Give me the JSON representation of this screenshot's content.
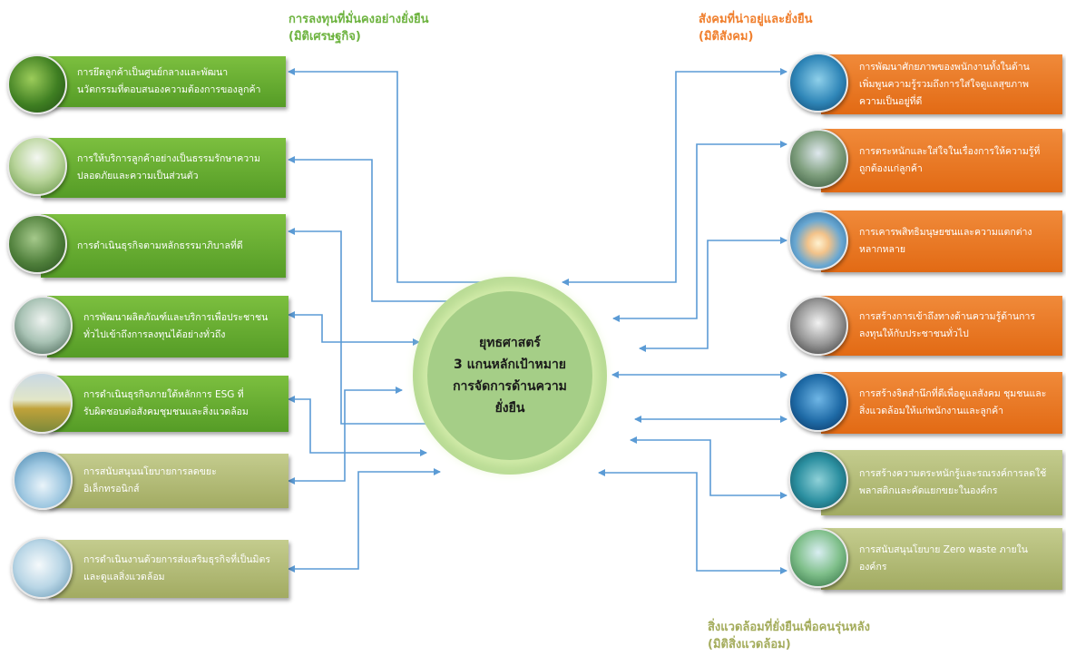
{
  "headings": {
    "economic": {
      "line1": "การลงทุนที่มั่นคงอย่างยั่งยืน",
      "line2": "(มิติเศรษฐกิจ)",
      "color": "#6db33f"
    },
    "social": {
      "line1": "สังคมที่น่าอยู่และยั่งยืน",
      "line2": "(มิติสังคม)",
      "color": "#f07f2d"
    },
    "environment": {
      "line1": "สิ่งแวดล้อมที่ยั่งยืนเพื่อคนรุ่นหลัง",
      "line2": "(มิติสิ่งแวดล้อม)",
      "color": "#a4ac5c"
    }
  },
  "center": {
    "line1": "ยุทธศาสตร์",
    "line2": "3 แกนหลักเป้าหมาย",
    "line3": "การจัดการด้านความ",
    "line4": "ยั่งยืน"
  },
  "left_boxes": [
    {
      "line1": "การยึดลูกค้าเป็นศูนย์กลางและพัฒนา",
      "line2": "นวัตกรรมที่ตอบสนองความต้องการของลูกค้า",
      "icon": "forest-photo-icon"
    },
    {
      "line1": "การให้บริการลูกค้าอย่างเป็นธรรมรักษาความ",
      "line2": "ปลอดภัยและความเป็นส่วนตัว",
      "icon": "greenhouse-photo-icon"
    },
    {
      "line1": "การดำเนินธุรกิจตามหลักธรรมาภิบาลที่ดี",
      "line2": "",
      "icon": "woods-photo-icon"
    },
    {
      "line1": "การพัฒนาผลิตภัณฑ์และบริการเพื่อประชาชน",
      "line2": "ทั่วไปเข้าถึงการลงทุนได้อย่างทั่วถึง",
      "icon": "person-photo-icon"
    },
    {
      "line1": "การดำเนินธุรกิจภายใต้หลักการ ESG ที่",
      "line2": "รับผิดชอบต่อสังคมชุมชนและสิ่งแวดล้อม",
      "icon": "field-photo-icon"
    },
    {
      "line1": "การสนับสนุนนโยบายการลดขยะ",
      "line2": "อิเล็กทรอนิกส์",
      "icon": "glacier-photo-icon"
    },
    {
      "line1": "การดำเนินงานด้วยการส่งเสริมธุรกิจที่เป็นมิตร",
      "line2": "และดูแลสิ่งแวดล้อม",
      "icon": "bottle-photo-icon"
    }
  ],
  "right_boxes": [
    {
      "line1": "การพัฒนาศักยภาพของพนักงานทั้งในด้าน",
      "line2": "เพิ่มพูนความรู้รวมถึงการใส่ใจดูแลสุขภาพ",
      "line3": "ความเป็นอยู่ที่ดี",
      "icon": "water-photo-icon"
    },
    {
      "line1": "การตระหนักและใส่ใจในเรื่องการให้ความรู้ที่",
      "line2": "ถูกต้องแก่ลูกค้า",
      "line3": "",
      "icon": "green-tower-photo-icon"
    },
    {
      "line1": "การเคารพสิทธิมนุษยชนและความแตกต่าง",
      "line2": "หลากหลาย",
      "line3": "",
      "icon": "sunset-sea-photo-icon"
    },
    {
      "line1": "การสร้างการเข้าถึงทางด้านความรู้ด้านการ",
      "line2": "ลงทุนให้กับประชาชนทั่วไป",
      "line3": "",
      "icon": "tiger-photo-icon"
    },
    {
      "line1": "การสร้างจิตสำนึกที่ดีเพื่อดูแลสังคม ชุมชนและ",
      "line2": "สิ่งแวดล้อมให้แก่พนักงานและลูกค้า",
      "line3": "",
      "icon": "skyscraper-photo-icon"
    },
    {
      "line1": "การสร้างความตระหนักรู้และรณรงค์การลดใช้",
      "line2": "พลาสติกและคัดแยกขยะในองค์กร",
      "line3": "",
      "icon": "bay-photo-icon"
    },
    {
      "line1": "การสนับสนุนโยบาย Zero waste ภายใน",
      "line2": "องค์กร",
      "line3": "",
      "icon": "trees-photo-icon"
    }
  ],
  "colors": {
    "green_box": "#63a82e",
    "olive_box": "#b3bb77",
    "orange_box": "#e8741f",
    "arrow": "#5b9bd5"
  }
}
